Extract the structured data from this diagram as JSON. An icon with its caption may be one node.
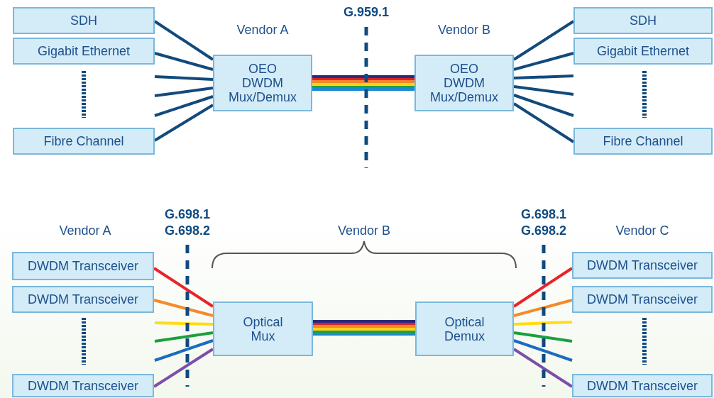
{
  "diagram": {
    "nodes": [
      {
        "text": [
          "SDH"
        ]
      },
      {
        "text": [
          "Gigabit Ethernet"
        ]
      },
      {
        "text": [
          "Fibre Channel"
        ]
      },
      {
        "text": [
          "OEO DWDM Mux/Demux"
        ]
      },
      {
        "text": [
          "OEO DWDM Mux/Demux"
        ]
      },
      {
        "text": [
          "SDH"
        ]
      },
      {
        "text": [
          "Gigabit Ethernet"
        ]
      },
      {
        "text": [
          "Fibre Channel"
        ]
      },
      {
        "text": [
          "DWDM Transceiver"
        ]
      },
      {
        "text": [
          "DWDM Transceiver"
        ]
      },
      {
        "text": [
          "DWDM Transceiver"
        ]
      },
      {
        "text": [
          "Optical Mux"
        ]
      },
      {
        "text": [
          "Optical Demux"
        ]
      },
      {
        "text": [
          "DWDM Transceiver"
        ]
      },
      {
        "text": [
          "DWDM Transceiver"
        ]
      },
      {
        "text": [
          "DWDM Transceiver"
        ]
      }
    ],
    "edges": [
      {
        "from": 0,
        "to": 3,
        "arrow": "none"
      },
      {
        "from": 1,
        "to": 3,
        "arrow": "none"
      },
      {
        "from": null,
        "to": 3,
        "arrow": "none"
      },
      {
        "from": null,
        "to": 3,
        "arrow": "none"
      },
      {
        "from": null,
        "to": 3,
        "arrow": "none"
      },
      {
        "from": 2,
        "to": 3,
        "arrow": "none"
      },
      {
        "from": 3,
        "to": 4,
        "arrow": "none",
        "style": "thick"
      },
      {
        "from": 4,
        "to": 5,
        "arrow": "none"
      },
      {
        "from": 4,
        "to": 6,
        "arrow": "none"
      },
      {
        "from": 4,
        "to": null,
        "arrow": "none"
      },
      {
        "from": 4,
        "to": null,
        "arrow": "none"
      },
      {
        "from": 4,
        "to": null,
        "arrow": "none"
      },
      {
        "from": 4,
        "to": 7,
        "arrow": "none"
      },
      {
        "from": 8,
        "to": 11,
        "arrow": "none",
        "color": "#e8242a"
      },
      {
        "from": 9,
        "to": 11,
        "arrow": "none",
        "color": "#f58a2a"
      },
      {
        "from": null,
        "to": 11,
        "arrow": "none",
        "color": "#ffdc14"
      },
      {
        "from": null,
        "to": 11,
        "arrow": "none",
        "color": "#1aa03c"
      },
      {
        "from": null,
        "to": 11,
        "arrow": "none",
        "color": "#1a6cc0"
      },
      {
        "from": 10,
        "to": 11,
        "arrow": "none",
        "color": "#7b4ea8"
      },
      {
        "from": 11,
        "to": 12,
        "arrow": "none",
        "style": "thick"
      },
      {
        "from": 12,
        "to": 13,
        "arrow": "none",
        "color": "#e8242a"
      },
      {
        "from": 12,
        "to": 14,
        "arrow": "none",
        "color": "#f58a2a"
      },
      {
        "from": 12,
        "to": null,
        "arrow": "none",
        "color": "#ffdc14"
      },
      {
        "from": 12,
        "to": null,
        "arrow": "none",
        "color": "#1aa03c"
      },
      {
        "from": 12,
        "to": null,
        "arrow": "none",
        "color": "#1a6cc0"
      },
      {
        "from": 12,
        "to": 15,
        "arrow": "none",
        "color": "#7b4ea8"
      }
    ],
    "labels": [
      "G.959.1",
      "Vendor A",
      "Vendor B",
      "G.698.1",
      "G.698.1",
      "Vendor A",
      "G.698.2",
      "Vendor B",
      "G.698.2",
      "Vendor C"
    ]
  }
}
